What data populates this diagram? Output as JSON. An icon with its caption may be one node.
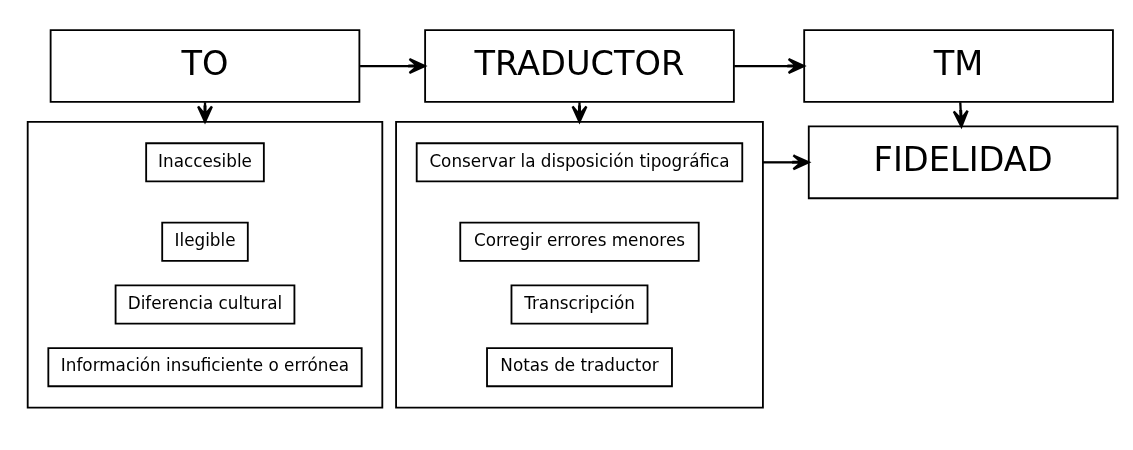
{
  "diagram": {
    "nodes": [
      {
        "text": [
          "TO"
        ]
      },
      {
        "text": [
          "TRADUCTOR"
        ]
      },
      {
        "text": [
          "TM"
        ]
      },
      {
        "text": [],
        "shape": "box"
      },
      {
        "text": [
          "Inaccesible"
        ],
        "in": 3
      },
      {
        "text": [
          "Ilegible"
        ],
        "in": 3
      },
      {
        "text": [
          "Diferencia cultural"
        ],
        "in": 3
      },
      {
        "text": [
          "Información insuficiente o errónea"
        ],
        "in": 3
      },
      {
        "text": [],
        "shape": "box"
      },
      {
        "text": [
          "Conservar la disposición tipográfica"
        ],
        "in": 8
      },
      {
        "text": [
          "Corregir errores menores"
        ],
        "in": 8
      },
      {
        "text": [
          "Transcripción"
        ],
        "in": 8
      },
      {
        "text": [
          "Notas de traductor"
        ],
        "in": 8
      },
      {
        "text": [
          "FIDELIDAD"
        ]
      }
    ],
    "edges": [
      {
        "from": 0,
        "to": 1,
        "arrow": "to"
      },
      {
        "from": 1,
        "to": 2,
        "arrow": "to"
      },
      {
        "from": 0,
        "to": 3,
        "arrow": "to"
      },
      {
        "from": 1,
        "to": 8,
        "arrow": "to"
      },
      {
        "from": 2,
        "to": 13,
        "arrow": "to"
      },
      {
        "from": 8,
        "to": 13,
        "arrow": "to"
      }
    ]
  }
}
